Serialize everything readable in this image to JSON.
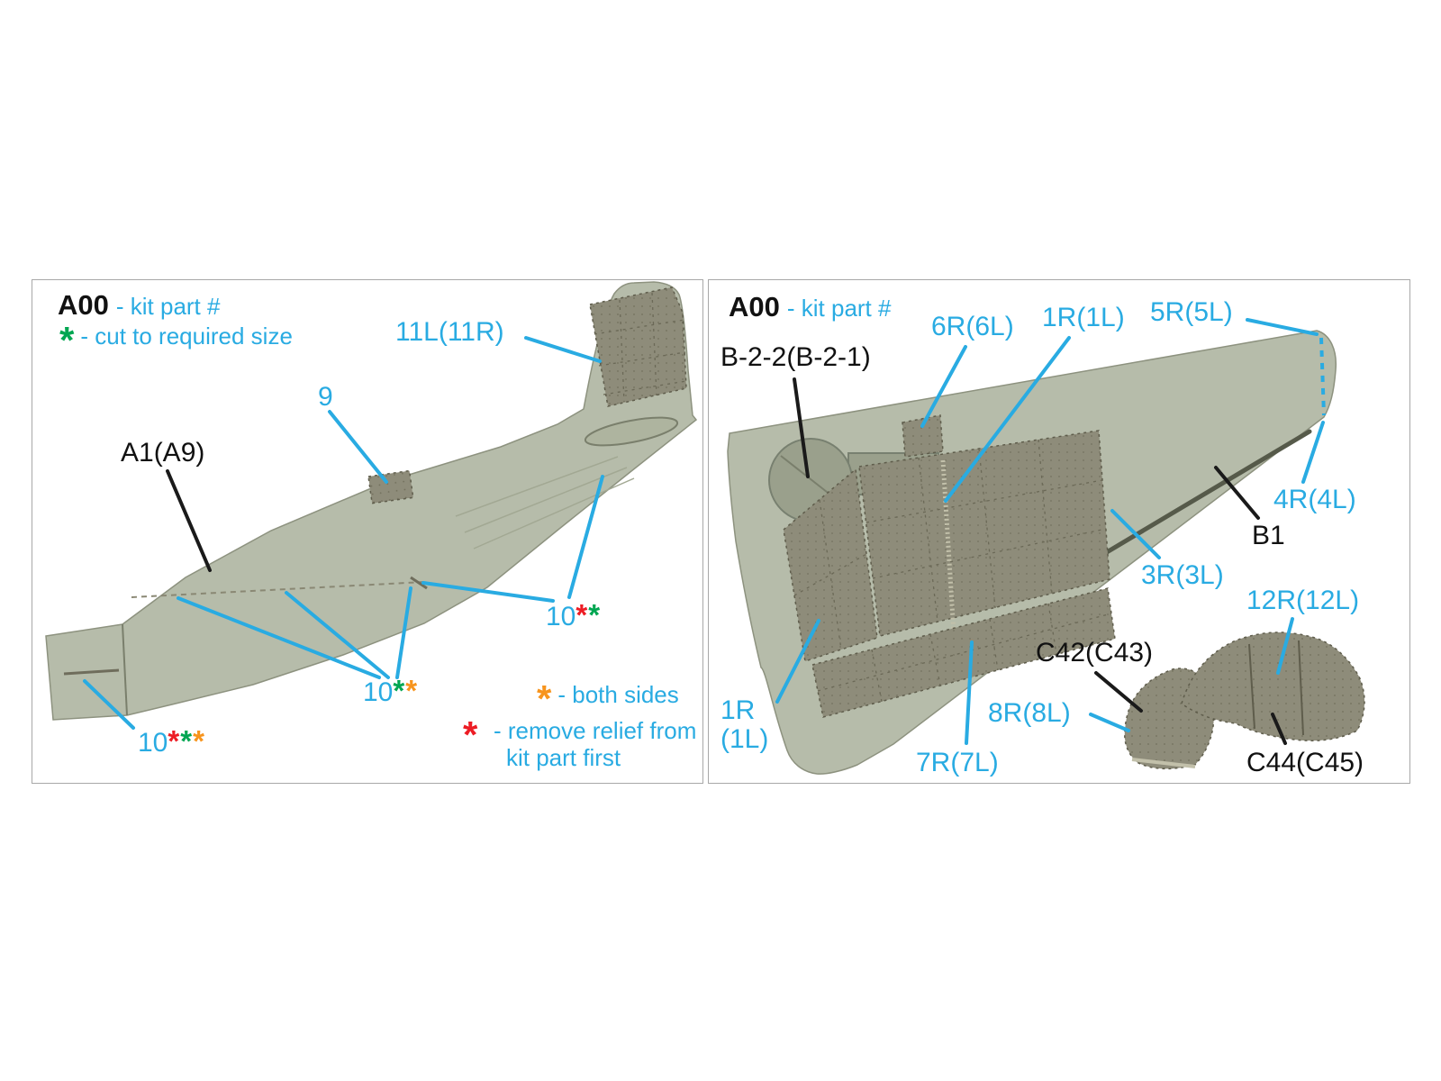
{
  "colors": {
    "cyan": "#29abe2",
    "green": "#00a651",
    "orange": "#f7941d",
    "red": "#ed1c24",
    "ink": "#111111",
    "plastic": "#b6bcaa",
    "panel": "#8e8c7a"
  },
  "legend": {
    "kit_code": "A00",
    "kit_text": "- kit part #",
    "asterisk": "*",
    "cut_text": "- cut to required size",
    "both_sides_text": "- both sides",
    "remove_line1": "- remove relief from",
    "remove_line2": "kit part first"
  },
  "left": {
    "labels": {
      "l11": "11L(11R)",
      "l9": "9",
      "a1": "A1(A9)",
      "n10": "10"
    }
  },
  "right": {
    "labels": {
      "b22": "B-2-2(B-2-1)",
      "r6": "6R(6L)",
      "r1": "1R(1L)",
      "r5": "5R(5L)",
      "r4": "4R(4L)",
      "b1": "B1",
      "r3": "3R(3L)",
      "r12": "12R(12L)",
      "c42": "C42(C43)",
      "r8": "8R(8L)",
      "c44": "C44(C45)",
      "r7": "7R(7L)",
      "r1l_line1": "1R",
      "r1l_line2": "(1L)"
    }
  }
}
